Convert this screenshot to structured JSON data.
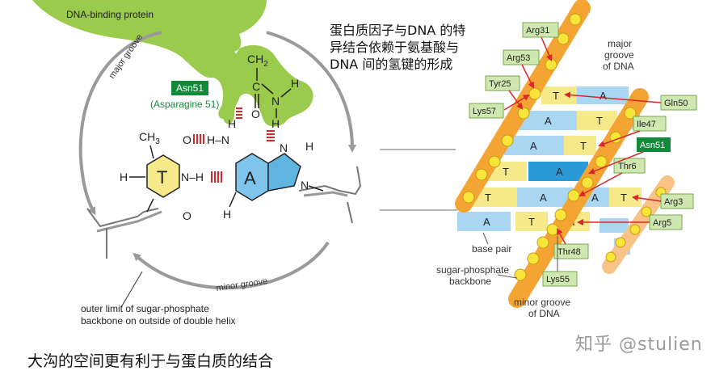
{
  "left_panel": {
    "protein_label": "DNA-binding protein",
    "major_groove_label": "major groove",
    "minor_groove_label": "minor groove",
    "asn_badge": "Asn51",
    "asn_full": "(Asparagine 51)",
    "backbone_note_line1": "outer limit of sugar-phosphate",
    "backbone_note_line2": "backbone on outside of double helix",
    "molecule": {
      "ch2": "CH",
      "ch2_sub": "2",
      "c": "C",
      "o_top": "O",
      "n_amide": "N",
      "h_amide": "H",
      "h_left": "H",
      "ch3": "CH",
      "ch3_sub": "3",
      "o_thy_top": "O",
      "hn": "H–N",
      "n_thy": "N–H",
      "h_thy": "H",
      "o_thy_bottom": "O",
      "thymine": "T",
      "adenine": "A",
      "n_ad_top": "N",
      "h_ad_top": "H",
      "n_ad_right": "N",
      "h_ad_bottom": "H"
    }
  },
  "middle_note": {
    "line1": "蛋白质因子与DNA 的特",
    "line2": "异结合依赖于氨基酸与",
    "line3": "DNA 间的氢键的形成"
  },
  "right_panel": {
    "major_groove_line1": "major",
    "major_groove_line2": "groove",
    "major_groove_line3": "of DNA",
    "minor_groove_line1": "minor groove",
    "minor_groove_line2": "of DNA",
    "base_pair_label": "base pair",
    "backbone_label_line1": "sugar-phosphate",
    "backbone_label_line2": "backbone",
    "residues_left": [
      "Arg31",
      "Arg53",
      "Tyr25",
      "Lys57"
    ],
    "residues_right": [
      "Gln50",
      "Ile47",
      "Asn51",
      "Thr6",
      "Arg3",
      "Arg5"
    ],
    "residues_bottom": [
      "Thr48",
      "Lys55"
    ],
    "bases": [
      "T",
      "A",
      "A",
      "T",
      "A",
      "T",
      "T",
      "A",
      "T",
      "A",
      "A",
      "T",
      "A",
      "T",
      "T"
    ]
  },
  "caption": "大沟的空间更有利于与蛋白质的结合",
  "watermark": "知乎 @stulien",
  "colors": {
    "protein_green": "#9acb4c",
    "badge_green": "#138a3a",
    "backbone_orange": "#f4a432",
    "phosphate_yellow": "#f7e53a",
    "adenine_blue": "#7fc4ea",
    "thymine_yellow": "#f6e98a",
    "arrow_red": "#d9262b",
    "arrow_gray": "#999999"
  }
}
